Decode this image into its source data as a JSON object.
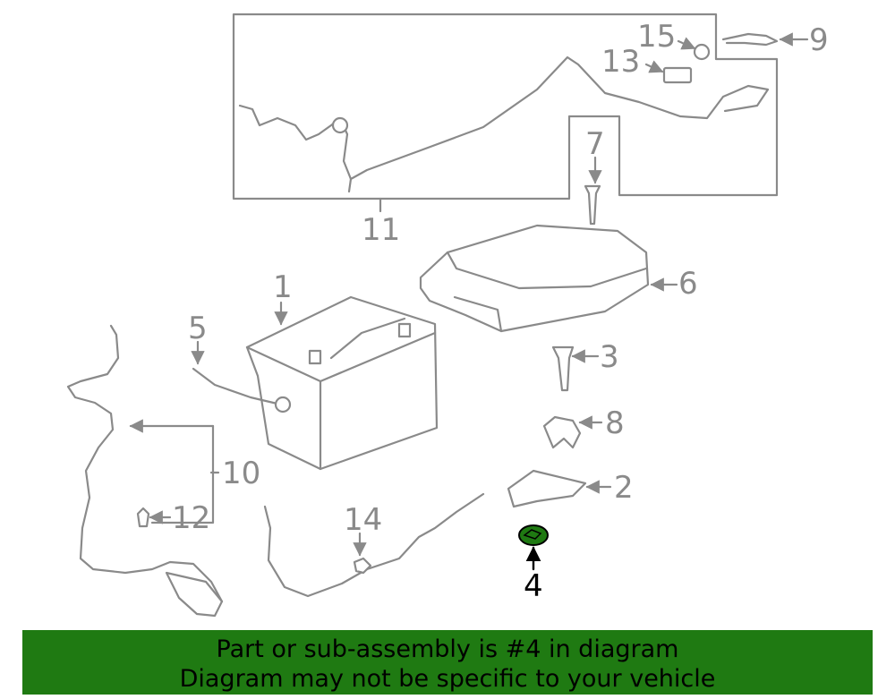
{
  "callouts": [
    {
      "id": "1",
      "text": "1"
    },
    {
      "id": "2",
      "text": "2"
    },
    {
      "id": "3",
      "text": "3"
    },
    {
      "id": "4",
      "text": "4"
    },
    {
      "id": "5",
      "text": "5"
    },
    {
      "id": "6",
      "text": "6"
    },
    {
      "id": "7",
      "text": "7"
    },
    {
      "id": "8",
      "text": "8"
    },
    {
      "id": "9",
      "text": "9"
    },
    {
      "id": "10",
      "text": "10"
    },
    {
      "id": "11",
      "text": "11"
    },
    {
      "id": "12",
      "text": "12"
    },
    {
      "id": "13",
      "text": "13"
    },
    {
      "id": "14",
      "text": "14"
    },
    {
      "id": "15",
      "text": "15"
    }
  ],
  "highlight": {
    "part": "4",
    "color": "#1f7a12"
  },
  "banner": {
    "line1": "Part or sub-assembly is #4 in diagram",
    "line2": "Diagram may not be specific to your vehicle",
    "background": "#1f7a12"
  }
}
